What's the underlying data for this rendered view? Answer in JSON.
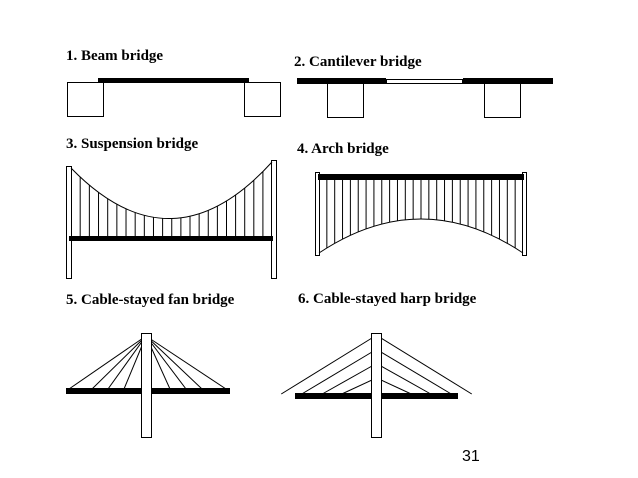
{
  "captions": {
    "beam": "1. Beam bridge",
    "cantilever": "2. Cantilever bridge",
    "suspension": "3. Suspension bridge",
    "arch": "4. Arch bridge",
    "fan": "5. Cable-stayed fan bridge",
    "harp": "6. Cable-stayed harp bridge"
  },
  "page_number": "31",
  "colors": {
    "ink": "#000000",
    "background": "#ffffff"
  }
}
